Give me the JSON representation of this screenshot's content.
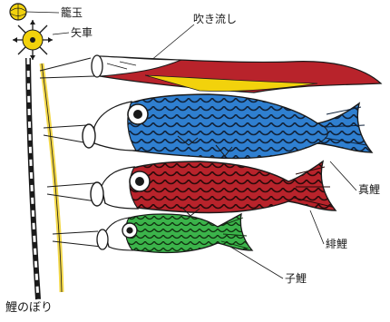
{
  "labels": {
    "kadama": "籠玉",
    "yaguruma": "矢車",
    "fukinagashi": "吹き流し",
    "magoi": "真鯉",
    "higoi": "緋鯉",
    "kogoi": "子鯉",
    "title": "鯉のぼり"
  },
  "colors": {
    "magoi_body": "#2f7fd0",
    "higoi_body": "#b8232b",
    "kogoi_body": "#3bb34a",
    "streamer_red": "#b8232b",
    "streamer_yellow": "#f2d20c",
    "pole_yellow": "#f3d84a",
    "ink": "#1a1a1a"
  }
}
